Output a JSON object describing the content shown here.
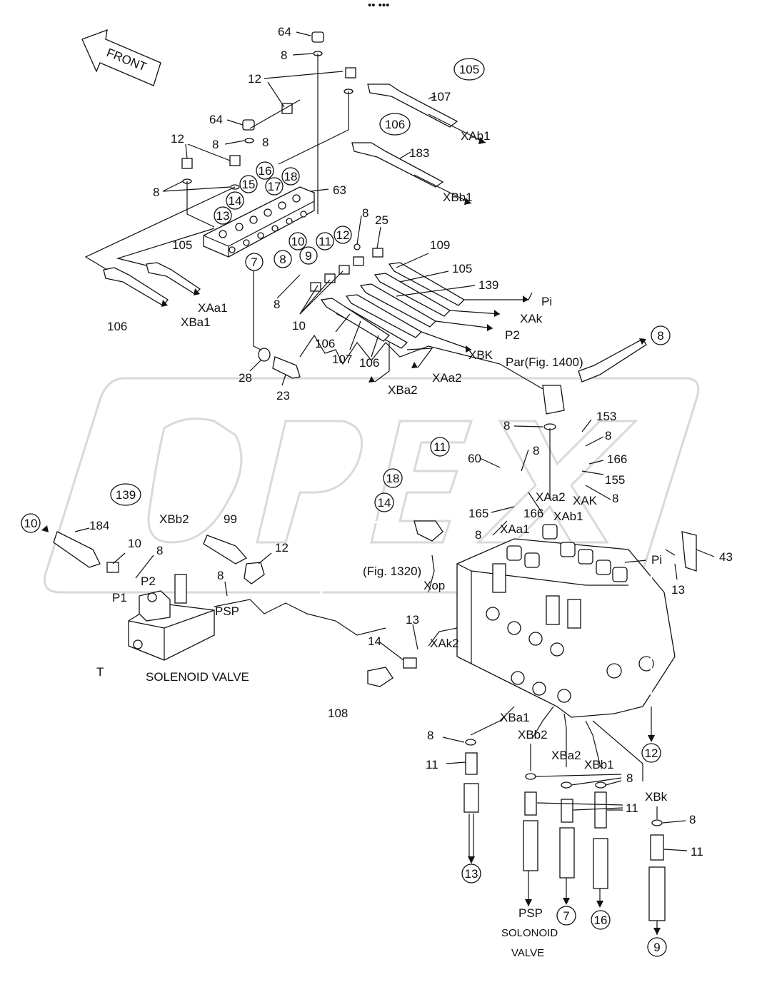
{
  "front_label": "FRONT",
  "top_mark": "•• •••",
  "watermark": "OPEX",
  "labels": [
    {
      "id": "l64a",
      "text": "64"
    },
    {
      "id": "l8a",
      "text": "8"
    },
    {
      "id": "l12a",
      "text": "12"
    },
    {
      "id": "l64b",
      "text": "64"
    },
    {
      "id": "l8b",
      "text": "8"
    },
    {
      "id": "l8c",
      "text": "8"
    },
    {
      "id": "l12b",
      "text": "12"
    },
    {
      "id": "l8d",
      "text": "8"
    },
    {
      "id": "l63",
      "text": "63"
    },
    {
      "id": "l107a",
      "text": "107"
    },
    {
      "id": "lXAb1",
      "text": "XAb1"
    },
    {
      "id": "l183",
      "text": "183"
    },
    {
      "id": "lXBb1",
      "text": "XBb1"
    },
    {
      "id": "l8e",
      "text": "8"
    },
    {
      "id": "l25",
      "text": "25"
    },
    {
      "id": "l109",
      "text": "109"
    },
    {
      "id": "l105a",
      "text": "105"
    },
    {
      "id": "l139",
      "text": "139"
    },
    {
      "id": "lPi",
      "text": "Pi"
    },
    {
      "id": "lXAk",
      "text": "XAk"
    },
    {
      "id": "lP2",
      "text": "P2"
    },
    {
      "id": "lXBK",
      "text": "XBK"
    },
    {
      "id": "l105b",
      "text": "105"
    },
    {
      "id": "lXAa1",
      "text": "XAa1"
    },
    {
      "id": "l106a",
      "text": "106"
    },
    {
      "id": "lXBa1",
      "text": "XBa1"
    },
    {
      "id": "l8f",
      "text": "8"
    },
    {
      "id": "l10a",
      "text": "10"
    },
    {
      "id": "l106b",
      "text": "106"
    },
    {
      "id": "l107b",
      "text": "107"
    },
    {
      "id": "l106c",
      "text": "106"
    },
    {
      "id": "lXAa2",
      "text": "XAa2"
    },
    {
      "id": "lXBa2",
      "text": "XBa2"
    },
    {
      "id": "l28",
      "text": "28"
    },
    {
      "id": "l23",
      "text": "23"
    },
    {
      "id": "lPar",
      "text": "Par(Fig. 1400)"
    },
    {
      "id": "l153",
      "text": "153"
    },
    {
      "id": "l8g",
      "text": "8"
    },
    {
      "id": "l8h",
      "text": "8"
    },
    {
      "id": "l166a",
      "text": "166"
    },
    {
      "id": "l60",
      "text": "60"
    },
    {
      "id": "l8i",
      "text": "8"
    },
    {
      "id": "l155",
      "text": "155"
    },
    {
      "id": "l8j",
      "text": "8"
    },
    {
      "id": "lXAa2b",
      "text": "XAa2"
    },
    {
      "id": "lXAK2",
      "text": "XAK"
    },
    {
      "id": "l165",
      "text": "165"
    },
    {
      "id": "l166b",
      "text": "166"
    },
    {
      "id": "lXAb1b",
      "text": "XAb1"
    },
    {
      "id": "l8k",
      "text": "8"
    },
    {
      "id": "lXAa1b",
      "text": "XAa1"
    },
    {
      "id": "lPi2",
      "text": "Pi"
    },
    {
      "id": "l43",
      "text": "43"
    },
    {
      "id": "l13a",
      "text": "13"
    },
    {
      "id": "l184",
      "text": "184"
    },
    {
      "id": "lXBb2",
      "text": "XBb2"
    },
    {
      "id": "l99",
      "text": "99"
    },
    {
      "id": "l10b",
      "text": "10"
    },
    {
      "id": "l8l",
      "text": "8"
    },
    {
      "id": "l12c",
      "text": "12"
    },
    {
      "id": "l8m",
      "text": "8"
    },
    {
      "id": "lP1",
      "text": "P1"
    },
    {
      "id": "lP2b",
      "text": "P2"
    },
    {
      "id": "lPSP",
      "text": "PSP"
    },
    {
      "id": "lT",
      "text": "T"
    },
    {
      "id": "lSV",
      "text": "SOLENOID VALVE"
    },
    {
      "id": "lFig1320",
      "text": "(Fig. 1320)"
    },
    {
      "id": "lXop",
      "text": "Xop"
    },
    {
      "id": "l13b",
      "text": "13"
    },
    {
      "id": "l14a",
      "text": "14"
    },
    {
      "id": "lXAk2",
      "text": "XAk2"
    },
    {
      "id": "l108",
      "text": "108"
    },
    {
      "id": "lXBa1b",
      "text": "XBa1"
    },
    {
      "id": "lXBb2b",
      "text": "XBb2"
    },
    {
      "id": "lXBa2b",
      "text": "XBa2"
    },
    {
      "id": "lXBb1b",
      "text": "XBb1"
    },
    {
      "id": "l8n",
      "text": "8"
    },
    {
      "id": "l8o",
      "text": "8"
    },
    {
      "id": "lXBk",
      "text": "XBk"
    },
    {
      "id": "l11a",
      "text": "11"
    },
    {
      "id": "l11b",
      "text": "11"
    },
    {
      "id": "l8p",
      "text": "8"
    },
    {
      "id": "l11c",
      "text": "11"
    },
    {
      "id": "lPSP2",
      "text": "PSP"
    },
    {
      "id": "lSOL",
      "text": "SOLONOID"
    },
    {
      "id": "lVAL",
      "text": "VALVE"
    }
  ],
  "circled": [
    {
      "id": "c105",
      "text": "105"
    },
    {
      "id": "c106",
      "text": "106"
    },
    {
      "id": "c16",
      "text": "16"
    },
    {
      "id": "c18",
      "text": "18"
    },
    {
      "id": "c15",
      "text": "15"
    },
    {
      "id": "c17",
      "text": "17"
    },
    {
      "id": "c14",
      "text": "14"
    },
    {
      "id": "c13",
      "text": "13"
    },
    {
      "id": "c10",
      "text": "10"
    },
    {
      "id": "c11",
      "text": "11"
    },
    {
      "id": "c12",
      "text": "12"
    },
    {
      "id": "c8",
      "text": "8"
    },
    {
      "id": "c9",
      "text": "9"
    },
    {
      "id": "c7",
      "text": "7"
    },
    {
      "id": "c8b",
      "text": "8"
    },
    {
      "id": "c11b",
      "text": "11"
    },
    {
      "id": "c18b",
      "text": "18"
    },
    {
      "id": "c14b",
      "text": "14"
    },
    {
      "id": "c139",
      "text": "139"
    },
    {
      "id": "c10b",
      "text": "10"
    },
    {
      "id": "c12b",
      "text": "12"
    },
    {
      "id": "c13b",
      "text": "13"
    },
    {
      "id": "c7b",
      "text": "7"
    },
    {
      "id": "c16b",
      "text": "16"
    },
    {
      "id": "c9b",
      "text": "9"
    }
  ]
}
